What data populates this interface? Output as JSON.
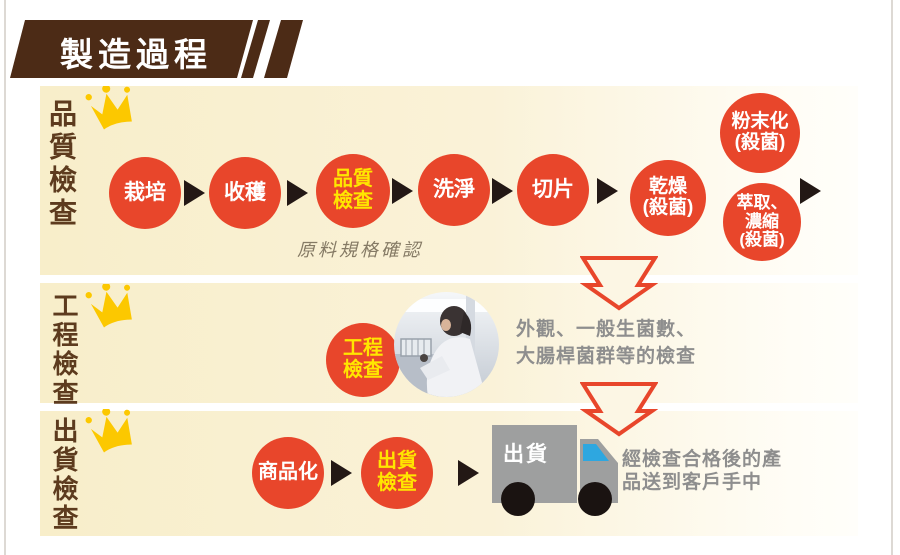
{
  "banner": {
    "title": "製造過程"
  },
  "colors": {
    "banner_brown": "#4c2b16",
    "accent_red": "#e8462b",
    "crown_gold": "#fcc800",
    "label_brown": "#5d3b1e",
    "circle_text_yellow": "#ffe600",
    "description_gray": "#8e8e8e",
    "truck_gray": "#9e9f9f",
    "truck_window_blue": "#2ea7e0"
  },
  "quality_row": {
    "label": "品質檢查",
    "steps": [
      {
        "label": "栽培"
      },
      {
        "label": "收穫"
      },
      {
        "label": "品質\n檢查",
        "highlight": true
      },
      {
        "label": "洗淨"
      },
      {
        "label": "切片"
      },
      {
        "label": "乾燥\n(殺菌)"
      }
    ],
    "branch_steps": [
      {
        "label": "粉末化\n(殺菌)"
      },
      {
        "label": "萃取、\n濃縮\n(殺菌)"
      }
    ],
    "note": "原料規格確認"
  },
  "process_row": {
    "label": "工程檢查",
    "badge": "工程\n檢查",
    "photo": "laboratory-inspection-photo",
    "description": "外觀、一般生菌數、\n大腸桿菌群等的檢查"
  },
  "shipping_row": {
    "label": "出貨檢查",
    "steps": [
      {
        "label": "商品化"
      },
      {
        "label": "出貨\n檢查",
        "highlight": true
      }
    ],
    "truck_label": "出貨",
    "description": "經檢查合格後的產\n品送到客戶手中"
  }
}
